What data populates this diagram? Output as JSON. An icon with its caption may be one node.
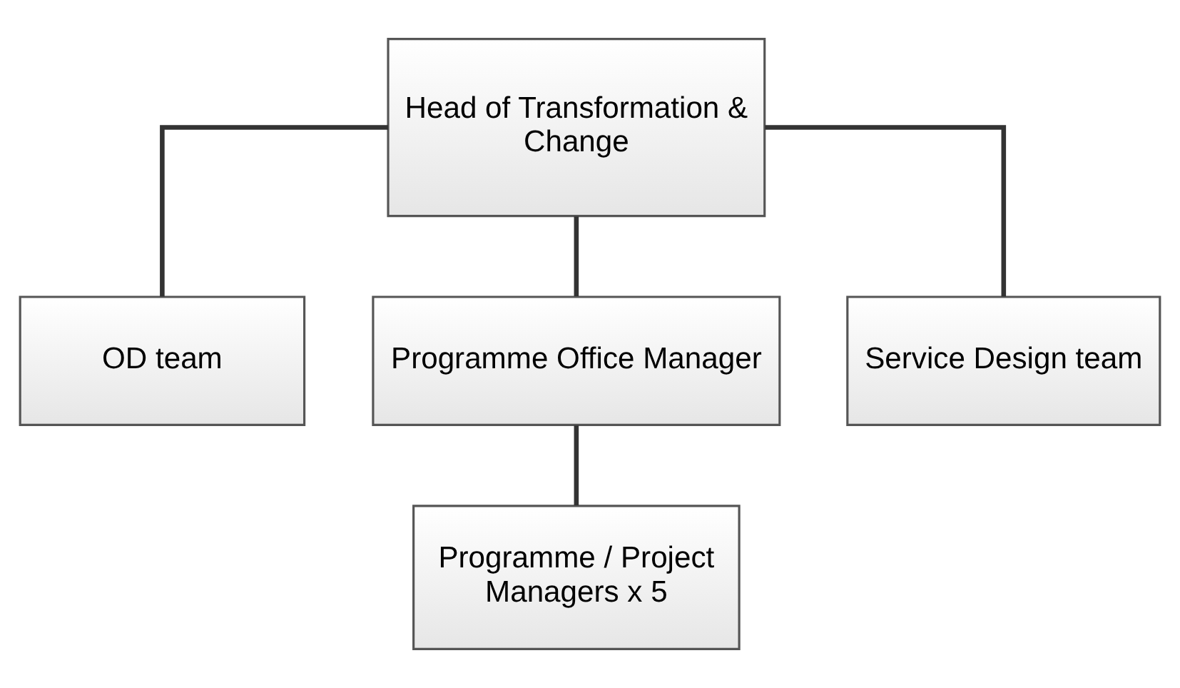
{
  "diagram": {
    "nodes": [
      {
        "text": [
          "Head of Transformation & Change"
        ]
      },
      {
        "text": [
          "OD team"
        ]
      },
      {
        "text": [
          "Programme Office Manager"
        ]
      },
      {
        "text": [
          "Service Design team"
        ]
      },
      {
        "text": [
          "Programme / Project Managers x 5"
        ]
      }
    ],
    "edges": [
      {
        "from": 0,
        "to": 1,
        "arrow": "none"
      },
      {
        "from": 0,
        "to": 2,
        "arrow": "none"
      },
      {
        "from": 0,
        "to": 3,
        "arrow": "none"
      },
      {
        "from": 2,
        "to": 4,
        "arrow": "none"
      }
    ]
  }
}
